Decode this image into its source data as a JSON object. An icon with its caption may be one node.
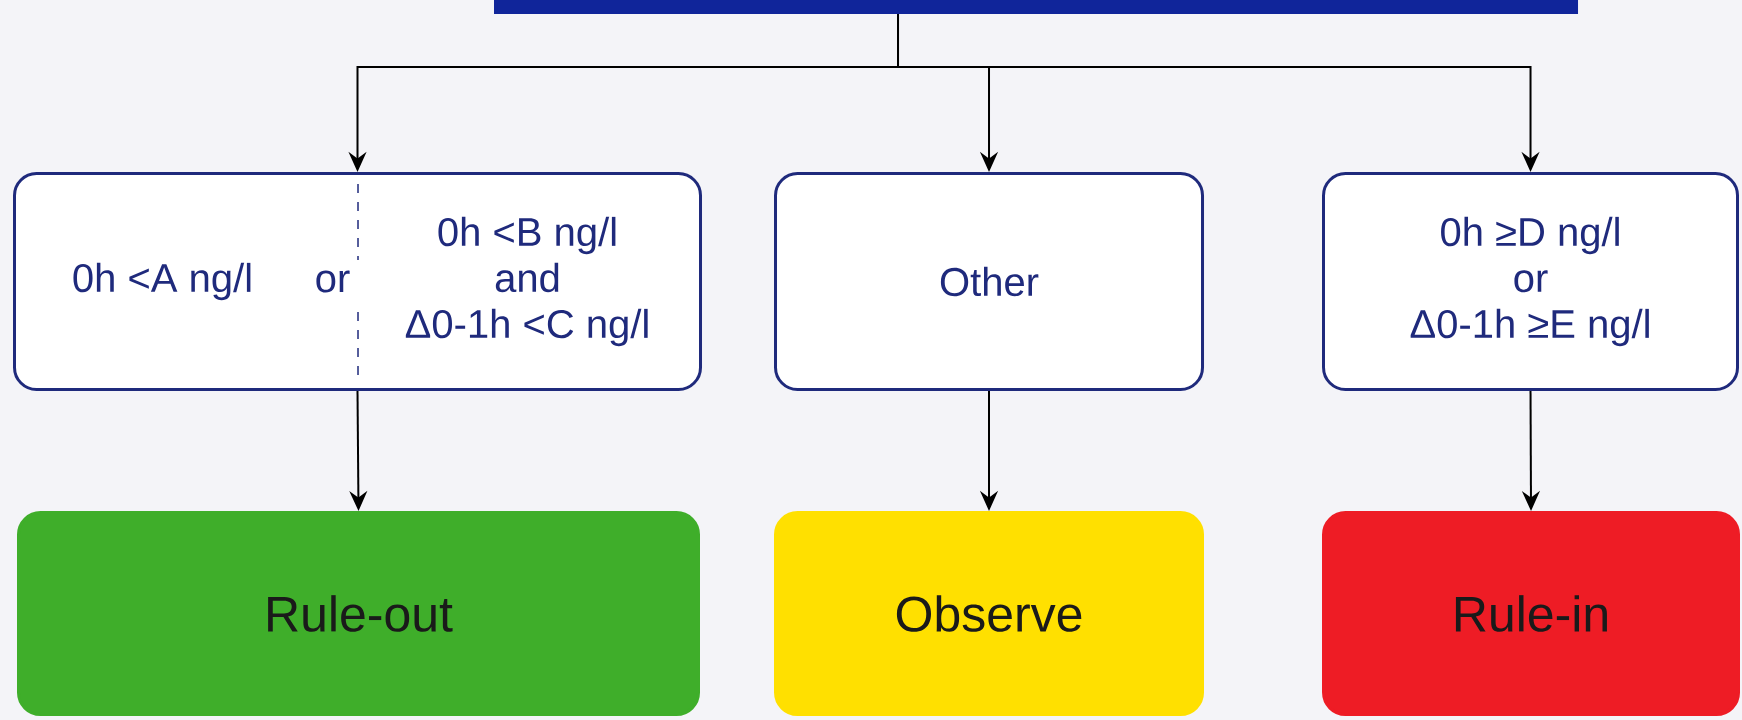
{
  "diagram": {
    "nodes": [
      {
        "text": [],
        "shape": "box"
      },
      {
        "text": [
          "0h <A ng/l",
          "or",
          "0h <B ng/l and Δ0-1h <C ng/l"
        ]
      },
      {
        "text": [
          "Other"
        ]
      },
      {
        "text": [
          "0h ≥D ng/l or Δ0-1h ≥E ng/l"
        ]
      },
      {
        "text": [
          "Rule-out"
        ]
      },
      {
        "text": [
          "Observe"
        ]
      },
      {
        "text": [
          "Rule-in"
        ]
      }
    ],
    "edges": [
      {
        "from": 0,
        "to": 1,
        "arrow": "to"
      },
      {
        "from": 0,
        "to": 2,
        "arrow": "to"
      },
      {
        "from": 0,
        "to": 3,
        "arrow": "to"
      },
      {
        "from": 1,
        "to": 4,
        "arrow": "to"
      },
      {
        "from": 2,
        "to": 5,
        "arrow": "to"
      },
      {
        "from": 3,
        "to": 6,
        "arrow": "to"
      }
    ]
  }
}
